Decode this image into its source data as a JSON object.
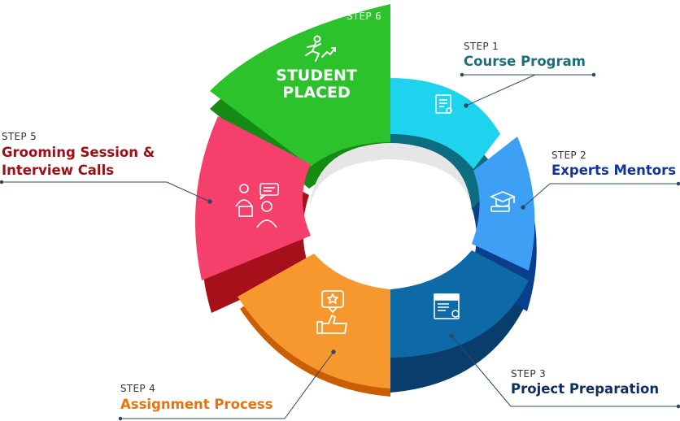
{
  "steps": [
    {
      "label": "STEP 1",
      "title": "Course Program",
      "color": "#1a6f78",
      "icon": "certificate-icon"
    },
    {
      "label": "STEP 2",
      "title": "Experts Mentors",
      "color": "#14349a",
      "icon": "graduation-cap-icon"
    },
    {
      "label": "STEP 3",
      "title": "Project Preparation",
      "color": "#0d3060",
      "icon": "project-report-icon"
    },
    {
      "label": "STEP 4",
      "title": "Assignment Process",
      "color": "#e8730d",
      "icon": "thumbs-up-star-icon"
    },
    {
      "label": "STEP 5",
      "title_line1": "Grooming Session &",
      "title_line2": "Interview Calls",
      "color": "#a00d16",
      "icon": "interview-icon"
    },
    {
      "label": "STEP 6",
      "title_line1": "STUDENT",
      "title_line2": "PLACED",
      "color": "#ffffff",
      "icon": "running-growth-icon"
    }
  ],
  "segment_colors": {
    "step1": "#1ed3ee",
    "step2": "#3da0f5",
    "step3": "#0e6aa6",
    "step4": "#f6982e",
    "step5": "#f5406c",
    "step6": "#2cc22c"
  },
  "leader_line_color": "#2c4a66"
}
